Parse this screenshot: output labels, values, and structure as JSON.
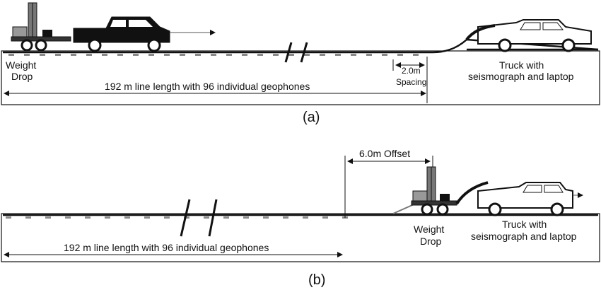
{
  "panel_a": {
    "caption": "(a)",
    "weight_drop_line1": "Weight",
    "weight_drop_line2": "Drop",
    "spacing_line1": "2.0m",
    "spacing_line2": "Spacing",
    "truck_line1": "Truck with",
    "truck_line2": "seismograph and laptop",
    "line_length": "192 m line length with 96 individual geophones"
  },
  "panel_b": {
    "caption": "(b)",
    "offset": "6.0m Offset",
    "weight_drop_line1": "Weight",
    "weight_drop_line2": "Drop",
    "truck_line1": "Truck with",
    "truck_line2": "seismograph and laptop",
    "line_length": "192 m line length with 96 individual geophones"
  },
  "colors": {
    "ink": "#111111",
    "geophone": "#8a8a8a",
    "truck_dark": "#111111"
  }
}
